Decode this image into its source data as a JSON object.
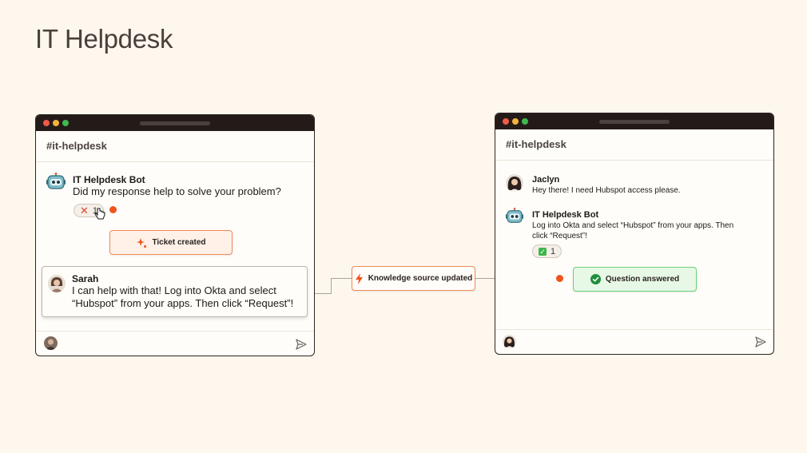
{
  "page": {
    "title": "IT Helpdesk"
  },
  "left_window": {
    "channel": "#it-helpdesk",
    "bot_message": {
      "name": "IT Helpdesk Bot",
      "text": "Did my response help to solve your problem?"
    },
    "reaction": {
      "icon": "x-mark-icon",
      "count": "1"
    },
    "reply": {
      "name": "Sarah",
      "line1": "I can help with that! Log into Okta and select",
      "line2": "“Hubspot” from your apps. Then click “Request”!"
    }
  },
  "right_window": {
    "channel": "#it-helpdesk",
    "user_message": {
      "name": "Jaclyn",
      "text": "Hey there! I need Hubspot access please."
    },
    "bot_message": {
      "name": "IT Helpdesk Bot",
      "line1": "Log into Okta and select “Hubspot” from your apps. Then",
      "line2": "click “Request”!"
    },
    "reaction": {
      "icon": "check-box-icon",
      "count": "1"
    }
  },
  "flow": {
    "ticket_created": "Ticket created",
    "knowledge_updated": "Knowledge source updated",
    "question_answered": "Question answered"
  },
  "colors": {
    "accent": "#f0531c",
    "success": "#22a045",
    "background": "#fdf7ee"
  }
}
